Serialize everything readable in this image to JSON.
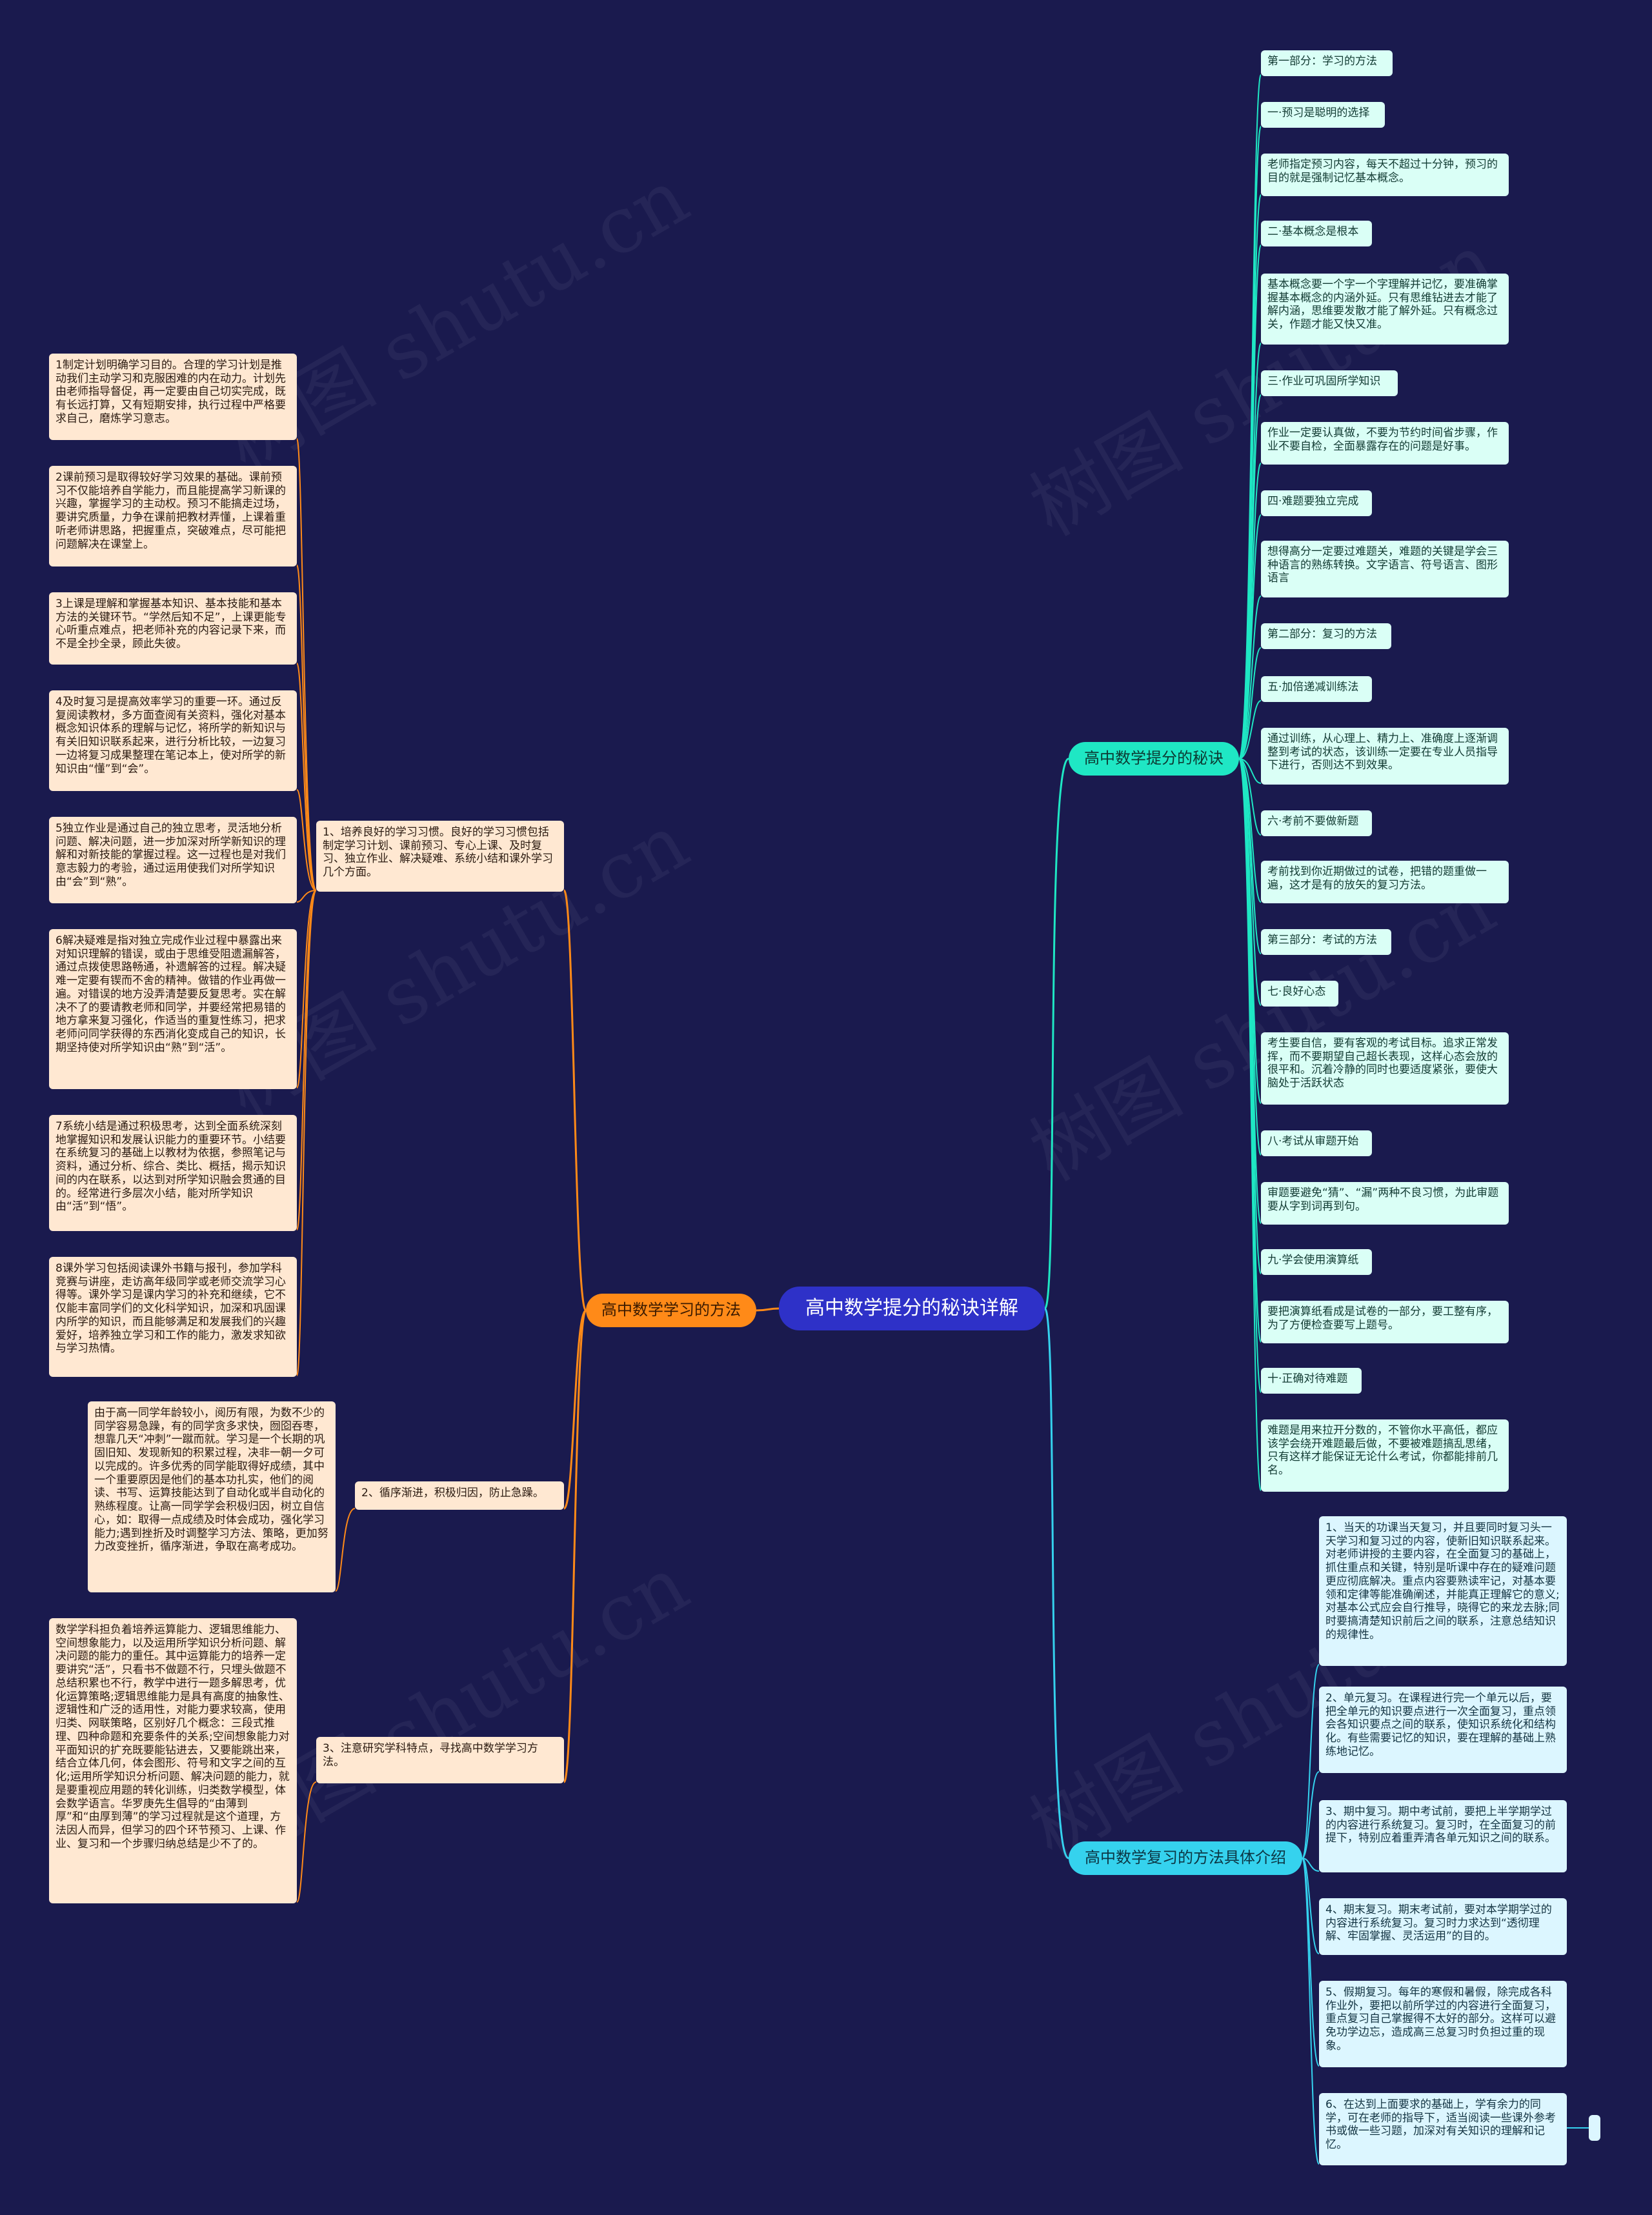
{
  "colors": {
    "background": "#1a1a4e",
    "root": "#2e31c8",
    "branch_method": "#ff8a18",
    "branch_secret": "#1fe7c4",
    "branch_review": "#35d2ee"
  },
  "watermark": "树图 shutu.cn",
  "root": {
    "label": "高中数学提分的秘诀详解"
  },
  "branches": {
    "method": {
      "label": "高中数学学习的方法",
      "sub1": {
        "label": "1、培养良好的学习习惯。良好的学习习惯包括制定学习计划、课前预习、专心上课、及时复习、独立作业、解决疑难、系统小结和课外学习几个方面。",
        "items": [
          "1制定计划明确学习目的。合理的学习计划是推动我们主动学习和克服困难的内在动力。计划先由老师指导督促，再一定要由自己切实完成，既有长远打算，又有短期安排，执行过程中严格要求自己，磨炼学习意志。",
          "2课前预习是取得较好学习效果的基础。课前预习不仅能培养自学能力，而且能提高学习新课的兴趣，掌握学习的主动权。预习不能搞走过场，要讲究质量，力争在课前把教材弄懂，上课着重听老师讲思路，把握重点，突破难点，尽可能把问题解决在课堂上。",
          "3上课是理解和掌握基本知识、基本技能和基本方法的关键环节。“学然后知不足”，上课更能专心听重点难点，把老师补充的内容记录下来，而不是全抄全录，顾此失彼。",
          "4及时复习是提高效率学习的重要一环。通过反复阅读教材，多方面查阅有关资料，强化对基本概念知识体系的理解与记忆，将所学的新知识与有关旧知识联系起来，进行分析比较，一边复习一边将复习成果整理在笔记本上，使对所学的新知识由“懂”到“会”。",
          "5独立作业是通过自己的独立思考，灵活地分析问题、解决问题，进一步加深对所学新知识的理解和对新技能的掌握过程。这一过程也是对我们意志毅力的考验，通过运用使我们对所学知识由“会”到“熟”。",
          "6解决疑难是指对独立完成作业过程中暴露出来对知识理解的错误，或由于思维受阻遗漏解答，通过点拨使思路畅通，补遗解答的过程。解决疑难一定要有锲而不舍的精神。做错的作业再做一遍。对错误的地方没弄清楚要反复思考。实在解决不了的要请教老师和同学，并要经常把易错的地方拿来复习强化，作适当的重复性练习，把求老师问同学获得的东西消化变成自己的知识，长期坚持使对所学知识由“熟”到“活”。",
          "7系统小结是通过积极思考，达到全面系统深刻地掌握知识和发展认识能力的重要环节。小结要在系统复习的基础上以教材为依据，参照笔记与资料，通过分析、综合、类比、概括，揭示知识间的内在联系，以达到对所学知识融会贯通的目的。经常进行多层次小结，能对所学知识由“活”到“悟”。",
          "8课外学习包括阅读课外书籍与报刊，参加学科竞赛与讲座，走访高年级同学或老师交流学习心得等。课外学习是课内学习的补充和继续，它不仅能丰富同学们的文化科学知识，加深和巩固课内所学的知识，而且能够满足和发展我们的兴趣爱好，培养独立学习和工作的能力，激发求知欲与学习热情。"
        ]
      },
      "sub2": {
        "label": "2、循序渐进，积极归因，防止急躁。",
        "items": [
          "由于高一同学年龄较小，阅历有限，为数不少的同学容易急躁，有的同学贪多求快，囫囵吞枣，想靠几天“冲刺”一蹴而就。学习是一个长期的巩固旧知、发现新知的积累过程，决非一朝一夕可以完成的。许多优秀的同学能取得好成绩，其中一个重要原因是他们的基本功扎实，他们的阅读、书写、运算技能达到了自动化或半自动化的熟练程度。让高一同学学会积极归因，树立自信心，如：取得一点成绩及时体会成功，强化学习能力;遇到挫折及时调整学习方法、策略，更加努力改变挫折，循序渐进，争取在高考成功。"
        ]
      },
      "sub3": {
        "label": "3、注意研究学科特点，寻找高中数学学习方法。",
        "items": [
          "数学学科担负着培养运算能力、逻辑思维能力、空间想象能力，以及运用所学知识分析问题、解决问题的能力的重任。其中运算能力的培养一定要讲究“活”，只看书不做题不行，只埋头做题不总结积累也不行，教学中进行一题多解思考，优化运算策略;逻辑思维能力是具有高度的抽象性、逻辑性和广泛的适用性，对能力要求较高，使用归类、网联策略，区别好几个概念：三段式推理、四种命题和充要条件的关系;空间想象能力对平面知识的扩充既要能钻进去，又要能跳出来，结合立体几何，体会图形、符号和文字之间的互化;运用所学知识分析问题、解决问题的能力，就是要重视应用题的转化训练，归类数学模型，体会数学语言。华罗庚先生倡导的“由薄到厚”和“由厚到薄”的学习过程就是这个道理，方法因人而异，但学习的四个环节预习、上课、作业、复习和一个步骤归纳总结是少不了的。"
        ]
      }
    },
    "secret": {
      "label": "高中数学提分的秘诀",
      "items": [
        "第一部分：学习的方法",
        "一·预习是聪明的选择",
        "老师指定预习内容，每天不超过十分钟，预习的目的就是强制记忆基本概念。",
        "二·基本概念是根本",
        "基本概念要一个字一个字理解并记忆，要准确掌握基本概念的内涵外延。只有思维钻进去才能了解内涵，思维要发散才能了解外延。只有概念过关，作题才能又快又准。",
        "三·作业可巩固所学知识",
        "作业一定要认真做，不要为节约时间省步骤，作业不要自检，全面暴露存在的问题是好事。",
        "四·难题要独立完成",
        "想得高分一定要过难题关，难题的关键是学会三种语言的熟练转换。文字语言、符号语言、图形语言",
        "第二部分：复习的方法",
        "五·加倍递减训练法",
        "通过训练，从心理上、精力上、准确度上逐渐调整到考试的状态，该训练一定要在专业人员指导下进行，否则达不到效果。",
        "六·考前不要做新题",
        "考前找到你近期做过的试卷，把错的题重做一遍，这才是有的放矢的复习方法。",
        "第三部分：考试的方法",
        "七·良好心态",
        "考生要自信，要有客观的考试目标。追求正常发挥，而不要期望自己超长表现，这样心态会放的很平和。沉着冷静的同时也要适度紧张，要使大脑处于活跃状态",
        "八·考试从审题开始",
        "审题要避免“猜”、“漏”两种不良习惯，为此审题要从字到词再到句。",
        "九·学会使用演算纸",
        "要把演算纸看成是试卷的一部分，要工整有序，为了方便检查要写上题号。",
        "十·正确对待难题",
        "难题是用来拉开分数的，不管你水平高低，都应该学会绕开难题最后做，不要被难题搞乱思绪，只有这样才能保证无论什么考试，你都能排前几名。"
      ]
    },
    "review": {
      "label": "高中数学复习的方法具体介绍",
      "items": [
        "1、当天的功课当天复习，并且要同时复习头一天学习和复习过的内容，使新旧知识联系起来。对老师讲授的主要内容，在全面复习的基础上，抓住重点和关键，特别是听课中存在的疑难问题更应彻底解决。重点内容要熟读牢记，对基本要领和定律等能准确阐述，并能真正理解它的意义;对基本公式应会自行推导，晓得它的来龙去脉;同时要搞清楚知识前后之间的联系，注意总结知识的规律性。",
        "2、单元复习。在课程进行完一个单元以后，要把全单元的知识要点进行一次全面复习，重点领会各知识要点之间的联系，使知识系统化和结构化。有些需要记忆的知识，要在理解的基础上熟练地记忆。",
        "3、期中复习。期中考试前，要把上半学期学过的内容进行系统复习。复习时，在全面复习的前提下，特别应着重弄清各单元知识之间的联系。",
        "4、期末复习。期末考试前，要对本学期学过的内容进行系统复习。复习时力求达到“透彻理解、牢固掌握、灵活运用”的目的。",
        "5、假期复习。每年的寒假和暑假，除完成各科作业外，要把以前所学过的内容进行全面复习，重点复习自己掌握得不太好的部分。这样可以避免功学边忘，造成高三总复习时负担过重的现象。",
        "6、在达到上面要求的基础上，学有余力的同学，可在老师的指导下，适当阅读一些课外参考书或做一些习题，加深对有关知识的理解和记忆。"
      ]
    }
  }
}
